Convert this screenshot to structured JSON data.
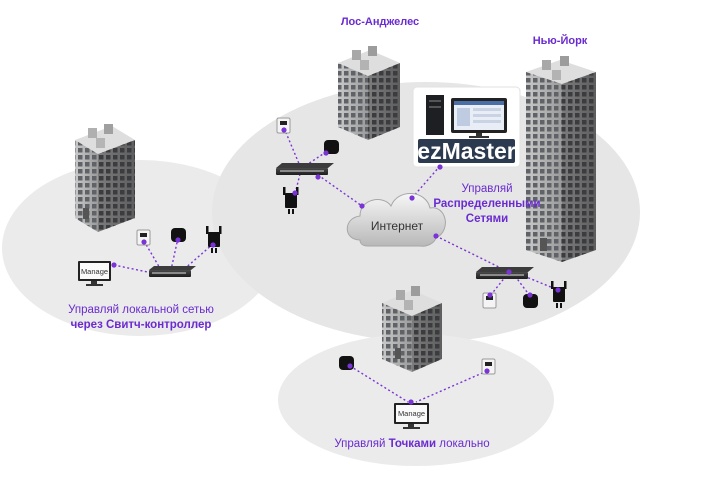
{
  "zones": {
    "local_switch": {
      "caption_line1": "Управляй локальной сетью",
      "caption_line2": "через Свитч-контроллер"
    },
    "distributed": {
      "caption_line1": "Управляй",
      "caption_line2": "Распределенными",
      "caption_line3": "Сетями"
    },
    "local_ap": {
      "caption_prefix": "Управляй ",
      "caption_bold": "Точками",
      "caption_suffix": " локально"
    }
  },
  "cities": {
    "los_angeles": "Лос-Анджелес",
    "new_york": "Нью-Йорк"
  },
  "internet_label": "Интернет",
  "ezmaster_label": "ezMaster",
  "manage_labels": [
    "Manage",
    "Manage"
  ],
  "colors": {
    "accent": "#6a2bd0",
    "zone_fill": "#ebebeb",
    "ezmaster_bg": "#2b3a4f"
  }
}
